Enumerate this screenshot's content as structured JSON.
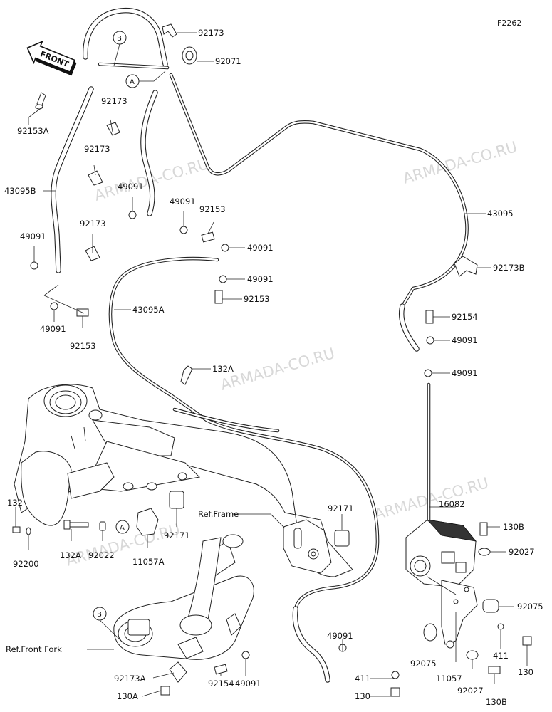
{
  "diagram_code": "F2262",
  "front_arrow": "FRONT",
  "watermark": "ARMADA-CO.RU",
  "callout_a": "A",
  "callout_b": "B",
  "labels": {
    "p92173_top": "92173",
    "p92071": "92071",
    "p92173_a": "92173",
    "p92153A": "92153A",
    "p92173_b": "92173",
    "p43095B": "43095B",
    "p49091_a": "49091",
    "p49091_b": "49091",
    "p92153_a": "92153",
    "p92173_c": "92173",
    "p49091_c": "49091",
    "p49091_d": "49091",
    "p43095": "43095",
    "p92173B": "92173B",
    "p49091_e": "49091",
    "p92153_b": "92153",
    "p43095A": "43095A",
    "p49091_f": "49091",
    "p92153_c": "92153",
    "p92154_a": "92154",
    "p49091_g": "49091",
    "p49091_h": "49091",
    "p132A_top": "132A",
    "p132": "132",
    "p92200": "92200",
    "p132A": "132A",
    "p92022": "92022",
    "p11057A": "11057A",
    "p92171_a": "92171",
    "ref_frame": "Ref.Frame",
    "p92171_b": "92171",
    "p16082": "16082",
    "p130B_a": "130B",
    "p92027_a": "92027",
    "p92075_a": "92075",
    "ref_front_fork": "Ref.Front Fork",
    "p49091_i": "49091",
    "p92075_b": "92075",
    "p411_a": "411",
    "p130_a": "130",
    "p411_b": "411",
    "p11057": "11057",
    "p92027_b": "92027",
    "p130_b": "130",
    "p130B_b": "130B",
    "p92173A": "92173A",
    "p130A": "130A",
    "p92154_b": "92154",
    "p49091_j": "49091"
  }
}
